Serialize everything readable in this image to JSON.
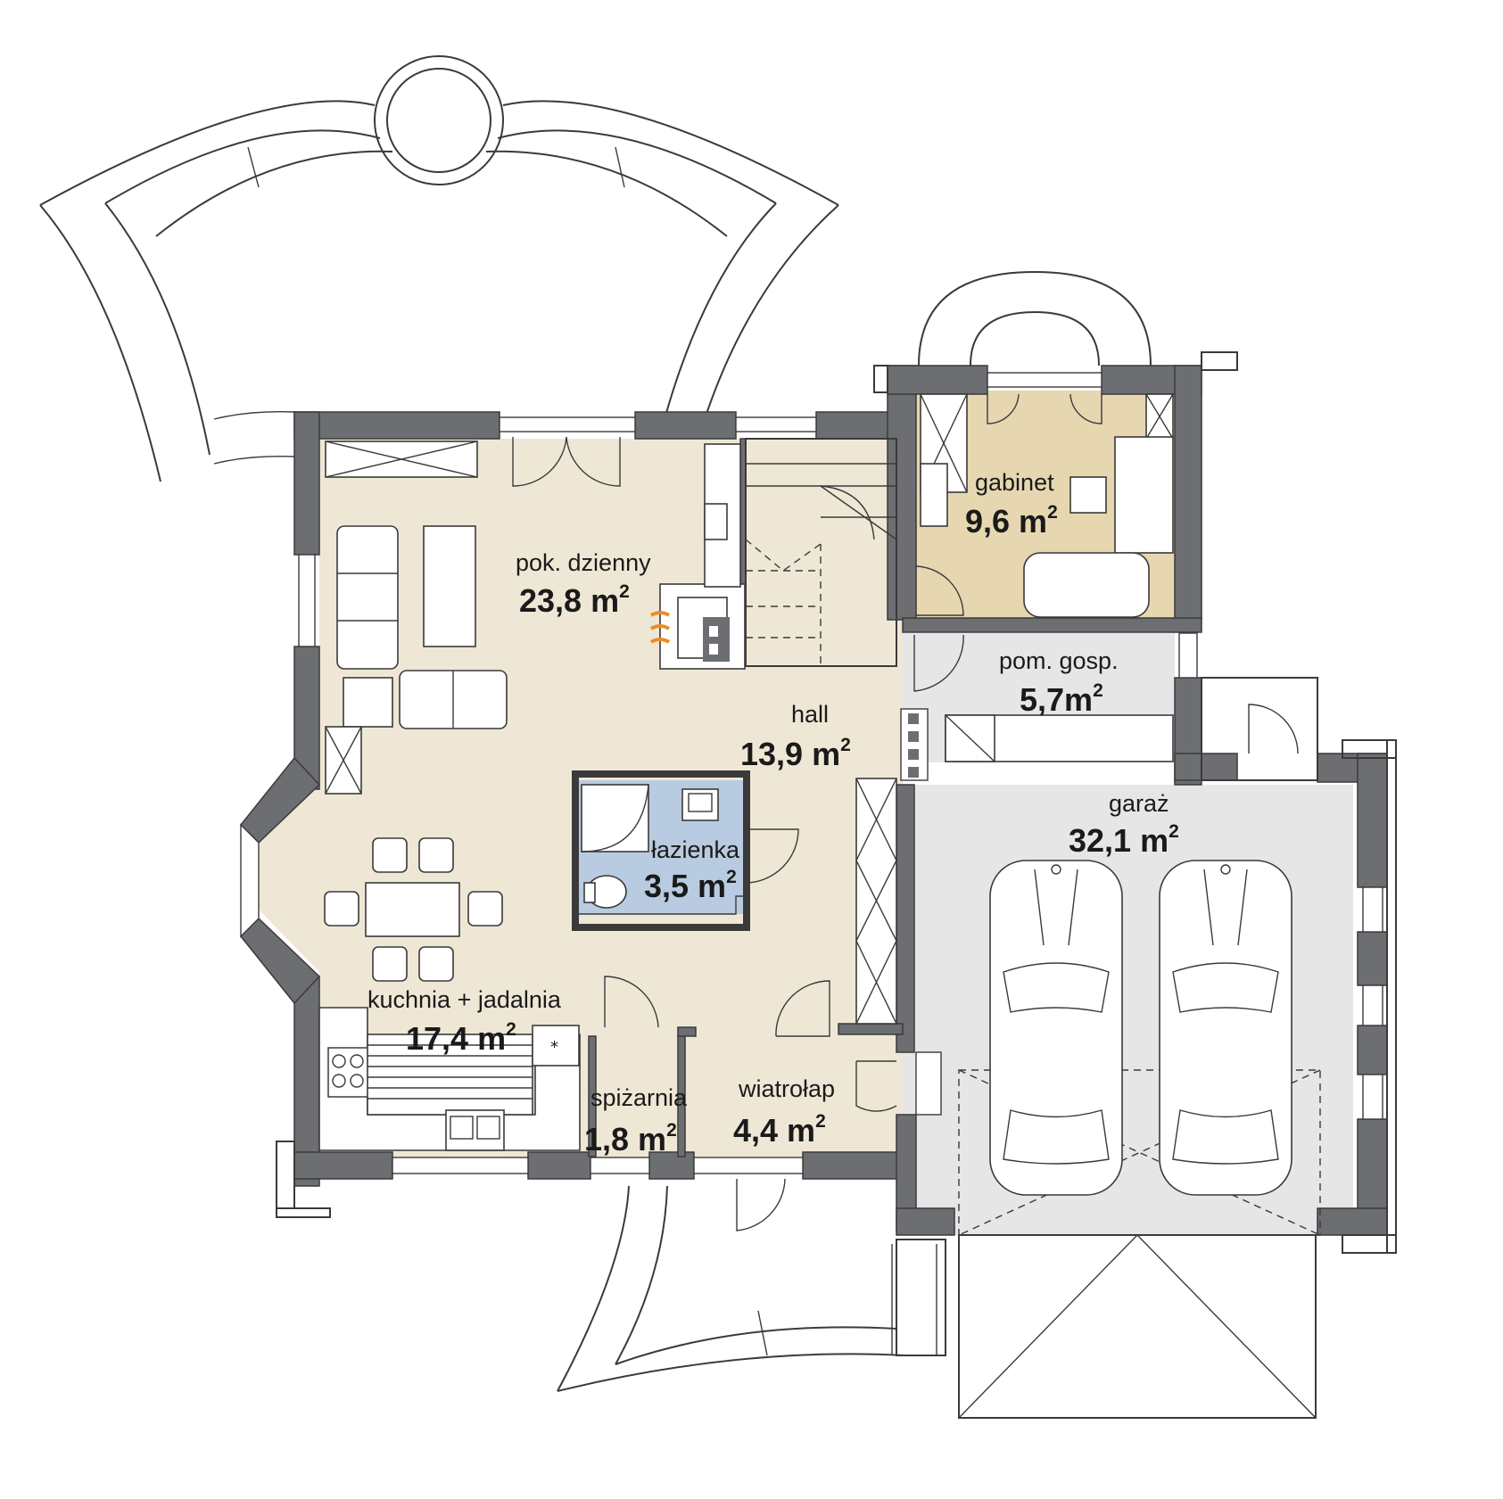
{
  "colors": {
    "wall": "#6d6e71",
    "living_floor": "#efe7d6",
    "study_floor": "#e6d7b1",
    "garage_floor": "#e6e6e7",
    "utility_floor": "#e6e6e7",
    "bath_tile": "#b9cbe0",
    "fire": "#f08a24"
  },
  "rooms": [
    {
      "id": "pok-dzienny",
      "name": "pok. dzienny",
      "area": "23,8 m",
      "sup": "2"
    },
    {
      "id": "hall",
      "name": "hall",
      "area": "13,9 m",
      "sup": "2"
    },
    {
      "id": "gabinet",
      "name": "gabinet",
      "area": "9,6 m",
      "sup": "2"
    },
    {
      "id": "pom-gosp",
      "name": "pom. gosp.",
      "area": "5,7m",
      "sup": "2"
    },
    {
      "id": "lazienka",
      "name": "łazienka",
      "area": "3,5 m",
      "sup": "2"
    },
    {
      "id": "garaz",
      "name": "garaż",
      "area": "32,1 m",
      "sup": "2"
    },
    {
      "id": "kuchnia-jadalnia",
      "name": "kuchnia + jadalnia",
      "area": "17,4 m",
      "sup": "2"
    },
    {
      "id": "spizarnia",
      "name": "spiżarnia",
      "area": "1,8 m",
      "sup": "2"
    },
    {
      "id": "wiatrolap",
      "name": "wiatrołap",
      "area": "4,4 m",
      "sup": "2"
    }
  ]
}
